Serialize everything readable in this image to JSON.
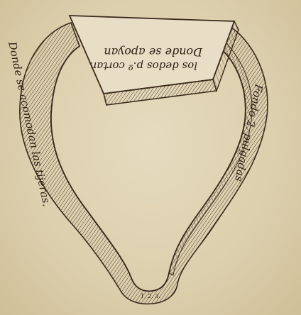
{
  "engraving": {
    "labels": {
      "block_line_1": "Donde se apoyan",
      "block_line_2": "los dedos p.º cortar.",
      "left_side": "Donde se acomodan las tijeras.",
      "right_side": "Fondo 2. pulgadas",
      "bottom_mark": "1. 2. 3."
    },
    "colors": {
      "paper": "#ddd0b0",
      "ink": "#3b2a1c"
    }
  }
}
